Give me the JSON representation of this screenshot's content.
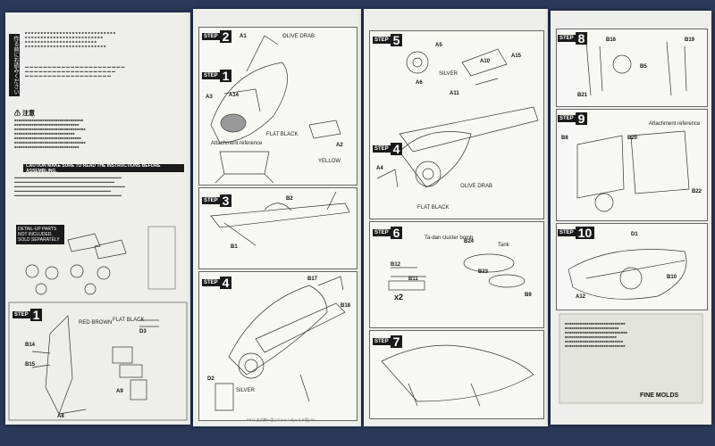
{
  "page1": {
    "vertical_title": "作る前にお読みください",
    "warning_heading": "注意",
    "caution_banner": "CAUTION  MAKE SURE TO READ THE INSTRUCTIONS BEFORE ASSEMBLING.",
    "detail_up_label": "DETAIL-UP PARTS",
    "detail_up_note": "NOT INCLUDED, SOLD SEPARATELY",
    "step_label": "STEP",
    "step_num": "1",
    "parts": {
      "a8": "A8",
      "b14": "B14",
      "b15": "B15",
      "a9": "A9",
      "d3": "D3"
    },
    "colors": {
      "red_brown": "RED BROWN",
      "flat_black": "FLAT BLACK"
    }
  },
  "page2": {
    "step2": "2",
    "step3": "3",
    "step4": "4",
    "parts": {
      "a1": "A1",
      "a3": "A3",
      "a14": "A14",
      "a2": "A2",
      "b2": "B2",
      "b1": "B1",
      "b17": "B17",
      "b18": "B18",
      "d2": "D2"
    },
    "colors": {
      "olive_drab": "OLIVE DRAB",
      "flat_black": "FLAT BLACK",
      "yellow": "YELLOW",
      "silver": "SILVER"
    },
    "attachment": "Attachment reference"
  },
  "page3": {
    "step5": "5",
    "step6": "6",
    "step7": "7",
    "parts": {
      "a5": "A5",
      "a6": "A6",
      "a10": "A10",
      "a11": "A11",
      "a15": "A15",
      "a4": "A4",
      "b11": "B11",
      "b12": "B12",
      "b24": "B24",
      "b23": "B23",
      "b9": "B9"
    },
    "colors": {
      "olive_drab": "OLIVE DRAB",
      "flat_black": "FLAT BLACK",
      "silver": "SILVER"
    },
    "bombs": "Ta-dan cluster bomb",
    "tank": "Tank",
    "x2": "x2"
  },
  "page4": {
    "step8": "8",
    "step9": "9",
    "step10": "10",
    "parts": {
      "b16": "B16",
      "b19": "B19",
      "b5": "B5",
      "b21": "B21",
      "b8": "B8",
      "b20": "B20",
      "b22": "B22",
      "d1": "D1",
      "b10": "B10",
      "a12": "A12"
    },
    "attachment": "Attachment reference",
    "maker": "FINE MOLDS"
  },
  "footer": "FP17 五式戦一型 (ファインモールド製) P4"
}
